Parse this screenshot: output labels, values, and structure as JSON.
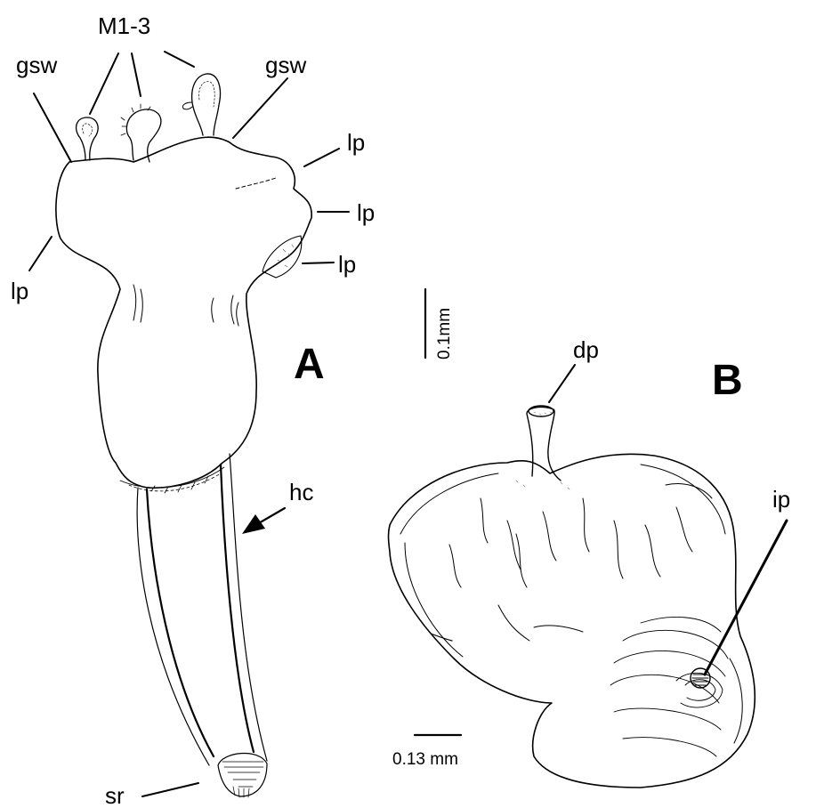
{
  "figure": {
    "panel_a": {
      "letter": "A",
      "labels": {
        "m13": "M1-3",
        "gsw_left": "gsw",
        "gsw_right": "gsw",
        "lp_1": "lp",
        "lp_2": "lp",
        "lp_3": "lp",
        "lp_left": "lp",
        "hc": "hc",
        "sr": "sr"
      },
      "scale_bar": "0.1mm"
    },
    "panel_b": {
      "letter": "B",
      "labels": {
        "dp": "dp",
        "ip": "ip"
      },
      "scale_bar": "0.13 mm"
    }
  }
}
